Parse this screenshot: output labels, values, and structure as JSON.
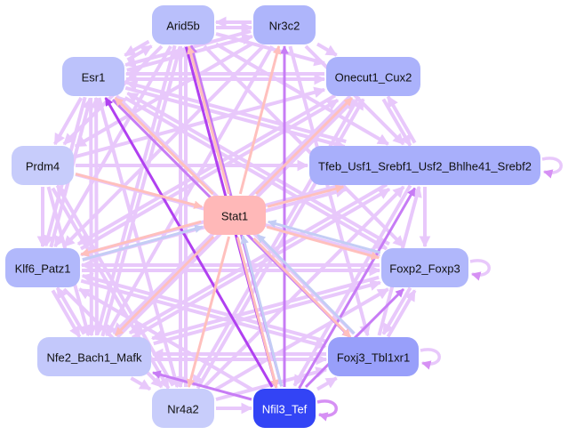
{
  "diagram": {
    "type": "directed-network",
    "colors": {
      "edge_default": "#e8c8fb",
      "edge_strong": "#c77cf5",
      "edge_dark": "#b040f0",
      "edge_stat1_out": "#ffc0bd",
      "edge_stat1_in": "#c4cdf5",
      "self_loop": "#d690f4"
    },
    "nodes": [
      {
        "id": "Arid5b",
        "label": "Arid5b",
        "fill": "#b9bffb",
        "text_color": "#111111"
      },
      {
        "id": "Nr3c2",
        "label": "Nr3c2",
        "fill": "#aeb5fb",
        "text_color": "#111111"
      },
      {
        "id": "Esr1",
        "label": "Esr1",
        "fill": "#bcc2fb",
        "text_color": "#111111"
      },
      {
        "id": "Onecut1_Cux2",
        "label": "Onecut1_Cux2",
        "fill": "#abb2fb",
        "text_color": "#111111"
      },
      {
        "id": "Prdm4",
        "label": "Prdm4",
        "fill": "#c7ccfb",
        "text_color": "#111111"
      },
      {
        "id": "Tfeb",
        "label": "Tfeb_Usf1_Srebf1_Usf2_Bhlhe41_Srebf2",
        "fill": "#a8affb",
        "text_color": "#111111"
      },
      {
        "id": "Stat1",
        "label": "Stat1",
        "fill": "#ffb8b8",
        "text_color": "#111111"
      },
      {
        "id": "Klf6_Patz1",
        "label": "Klf6_Patz1",
        "fill": "#b1b8fb",
        "text_color": "#111111"
      },
      {
        "id": "Foxp2_Foxp3",
        "label": "Foxp2_Foxp3",
        "fill": "#b0b7fb",
        "text_color": "#111111"
      },
      {
        "id": "Nfe2_Bach1_Mafk",
        "label": "Nfe2_Bach1_Mafk",
        "fill": "#c3c8fb",
        "text_color": "#111111"
      },
      {
        "id": "Foxj3_Tbl1xr1",
        "label": "Foxj3_Tbl1xr1",
        "fill": "#989ffa",
        "text_color": "#111111"
      },
      {
        "id": "Nr4a2",
        "label": "Nr4a2",
        "fill": "#c8cdfb",
        "text_color": "#111111"
      },
      {
        "id": "Nfil3_Tef",
        "label": "Nfil3_Tef",
        "fill": "#3344f5",
        "text_color": "#ffffff"
      }
    ],
    "self_loops": [
      "Tfeb",
      "Foxp2_Foxp3",
      "Foxj3_Tbl1xr1",
      "Nfil3_Tef"
    ],
    "edges": [
      {
        "from": "Arid5b",
        "to": "Nr3c2",
        "style": "default"
      },
      {
        "from": "Nr3c2",
        "to": "Arid5b",
        "style": "default"
      },
      {
        "from": "Arid5b",
        "to": "Esr1",
        "style": "default"
      },
      {
        "from": "Esr1",
        "to": "Arid5b",
        "style": "default"
      },
      {
        "from": "Nr3c2",
        "to": "Onecut1_Cux2",
        "style": "default"
      },
      {
        "from": "Esr1",
        "to": "Prdm4",
        "style": "default"
      },
      {
        "from": "Onecut1_Cux2",
        "to": "Tfeb",
        "style": "default"
      },
      {
        "from": "Tfeb",
        "to": "Onecut1_Cux2",
        "style": "default"
      },
      {
        "from": "Tfeb",
        "to": "Foxp2_Foxp3",
        "style": "default"
      },
      {
        "from": "Foxp2_Foxp3",
        "to": "Foxj3_Tbl1xr1",
        "style": "default"
      },
      {
        "from": "Foxj3_Tbl1xr1",
        "to": "Foxp2_Foxp3",
        "style": "default"
      },
      {
        "from": "Klf6_Patz1",
        "to": "Nfe2_Bach1_Mafk",
        "style": "default"
      },
      {
        "from": "Nfe2_Bach1_Mafk",
        "to": "Klf6_Patz1",
        "style": "default"
      },
      {
        "from": "Nfe2_Bach1_Mafk",
        "to": "Nr4a2",
        "style": "default"
      },
      {
        "from": "Nr4a2",
        "to": "Nfil3_Tef",
        "style": "default"
      },
      {
        "from": "Nfil3_Tef",
        "to": "Foxj3_Tbl1xr1",
        "style": "default"
      },
      {
        "from": "Prdm4",
        "to": "Klf6_Patz1",
        "style": "default"
      },
      {
        "from": "Esr1",
        "to": "Tfeb",
        "style": "default"
      },
      {
        "from": "Esr1",
        "to": "Onecut1_Cux2",
        "style": "default"
      },
      {
        "from": "Esr1",
        "to": "Nr3c2",
        "style": "default"
      },
      {
        "from": "Prdm4",
        "to": "Tfeb",
        "style": "default"
      },
      {
        "from": "Prdm4",
        "to": "Onecut1_Cux2",
        "style": "default"
      },
      {
        "from": "Prdm4",
        "to": "Foxp2_Foxp3",
        "style": "default"
      },
      {
        "from": "Prdm4",
        "to": "Nr4a2",
        "style": "default"
      },
      {
        "from": "Prdm4",
        "to": "Nfe2_Bach1_Mafk",
        "style": "default"
      },
      {
        "from": "Klf6_Patz1",
        "to": "Tfeb",
        "style": "default"
      },
      {
        "from": "Klf6_Patz1",
        "to": "Foxp2_Foxp3",
        "style": "default"
      },
      {
        "from": "Klf6_Patz1",
        "to": "Foxj3_Tbl1xr1",
        "style": "default"
      },
      {
        "from": "Klf6_Patz1",
        "to": "Nr4a2",
        "style": "default"
      },
      {
        "from": "Klf6_Patz1",
        "to": "Onecut1_Cux2",
        "style": "default"
      },
      {
        "from": "Klf6_Patz1",
        "to": "Esr1",
        "style": "default"
      },
      {
        "from": "Nfe2_Bach1_Mafk",
        "to": "Foxp2_Foxp3",
        "style": "default"
      },
      {
        "from": "Nfe2_Bach1_Mafk",
        "to": "Foxj3_Tbl1xr1",
        "style": "default"
      },
      {
        "from": "Nfe2_Bach1_Mafk",
        "to": "Tfeb",
        "style": "default"
      },
      {
        "from": "Nfe2_Bach1_Mafk",
        "to": "Onecut1_Cux2",
        "style": "default"
      },
      {
        "from": "Nfe2_Bach1_Mafk",
        "to": "Esr1",
        "style": "default"
      },
      {
        "from": "Nfe2_Bach1_Mafk",
        "to": "Arid5b",
        "style": "default"
      },
      {
        "from": "Nr4a2",
        "to": "Tfeb",
        "style": "default"
      },
      {
        "from": "Nr4a2",
        "to": "Foxp2_Foxp3",
        "style": "default"
      },
      {
        "from": "Nr4a2",
        "to": "Foxj3_Tbl1xr1",
        "style": "default"
      },
      {
        "from": "Nr4a2",
        "to": "Arid5b",
        "style": "default"
      },
      {
        "from": "Nr4a2",
        "to": "Prdm4",
        "style": "default"
      },
      {
        "from": "Nr4a2",
        "to": "Onecut1_Cux2",
        "style": "default"
      },
      {
        "from": "Arid5b",
        "to": "Nr4a2",
        "style": "default"
      },
      {
        "from": "Arid5b",
        "to": "Tfeb",
        "style": "default"
      },
      {
        "from": "Arid5b",
        "to": "Foxp2_Foxp3",
        "style": "default"
      },
      {
        "from": "Arid5b",
        "to": "Klf6_Patz1",
        "style": "default"
      },
      {
        "from": "Arid5b",
        "to": "Nfe2_Bach1_Mafk",
        "style": "default"
      },
      {
        "from": "Arid5b",
        "to": "Onecut1_Cux2",
        "style": "default"
      },
      {
        "from": "Arid5b",
        "to": "Prdm4",
        "style": "default"
      },
      {
        "from": "Nr3c2",
        "to": "Tfeb",
        "style": "default"
      },
      {
        "from": "Nr3c2",
        "to": "Esr1",
        "style": "default"
      },
      {
        "from": "Nr3c2",
        "to": "Prdm4",
        "style": "default"
      },
      {
        "from": "Nr3c2",
        "to": "Klf6_Patz1",
        "style": "default"
      },
      {
        "from": "Nr3c2",
        "to": "Nfe2_Bach1_Mafk",
        "style": "default"
      },
      {
        "from": "Nr3c2",
        "to": "Foxj3_Tbl1xr1",
        "style": "default"
      },
      {
        "from": "Onecut1_Cux2",
        "to": "Esr1",
        "style": "default"
      },
      {
        "from": "Onecut1_Cux2",
        "to": "Nr4a2",
        "style": "default"
      },
      {
        "from": "Onecut1_Cux2",
        "to": "Klf6_Patz1",
        "style": "default"
      },
      {
        "from": "Onecut1_Cux2",
        "to": "Nfe2_Bach1_Mafk",
        "style": "default"
      },
      {
        "from": "Tfeb",
        "to": "Esr1",
        "style": "default"
      },
      {
        "from": "Tfeb",
        "to": "Klf6_Patz1",
        "style": "default"
      },
      {
        "from": "Tfeb",
        "to": "Nfe2_Bach1_Mafk",
        "style": "default"
      },
      {
        "from": "Tfeb",
        "to": "Nfil3_Tef",
        "style": "default"
      },
      {
        "from": "Foxp2_Foxp3",
        "to": "Klf6_Patz1",
        "style": "default"
      },
      {
        "from": "Foxp2_Foxp3",
        "to": "Esr1",
        "style": "default"
      },
      {
        "from": "Foxp2_Foxp3",
        "to": "Nfe2_Bach1_Mafk",
        "style": "default"
      },
      {
        "from": "Foxj3_Tbl1xr1",
        "to": "Klf6_Patz1",
        "style": "default"
      },
      {
        "from": "Foxj3_Tbl1xr1",
        "to": "Esr1",
        "style": "default"
      },
      {
        "from": "Foxj3_Tbl1xr1",
        "to": "Tfeb",
        "style": "default"
      },
      {
        "from": "Foxj3_Tbl1xr1",
        "to": "Nfe2_Bach1_Mafk",
        "style": "default"
      },
      {
        "from": "Esr1",
        "to": "Nr4a2",
        "style": "default"
      },
      {
        "from": "Esr1",
        "to": "Klf6_Patz1",
        "style": "default"
      },
      {
        "from": "Esr1",
        "to": "Nfe2_Bach1_Mafk",
        "style": "default"
      },
      {
        "from": "Esr1",
        "to": "Foxp2_Foxp3",
        "style": "default"
      },
      {
        "from": "Nfil3_Tef",
        "to": "Esr1",
        "style": "dark"
      },
      {
        "from": "Nfil3_Tef",
        "to": "Arid5b",
        "style": "strong"
      },
      {
        "from": "Nfil3_Tef",
        "to": "Nr3c2",
        "style": "strong"
      },
      {
        "from": "Nfil3_Tef",
        "to": "Tfeb",
        "style": "strong"
      },
      {
        "from": "Nfil3_Tef",
        "to": "Foxp2_Foxp3",
        "style": "strong"
      },
      {
        "from": "Nfil3_Tef",
        "to": "Klf6_Patz1",
        "style": "default"
      },
      {
        "from": "Nfil3_Tef",
        "to": "Nfe2_Bach1_Mafk",
        "style": "strong"
      },
      {
        "from": "Arid5b",
        "to": "Nfil3_Tef",
        "style": "dark"
      },
      {
        "from": "Esr1",
        "to": "Foxj3_Tbl1xr1",
        "style": "strong"
      },
      {
        "from": "Stat1",
        "to": "Esr1",
        "style": "stat1_out"
      },
      {
        "from": "Stat1",
        "to": "Arid5b",
        "style": "stat1_out"
      },
      {
        "from": "Stat1",
        "to": "Nr3c2",
        "style": "stat1_out"
      },
      {
        "from": "Stat1",
        "to": "Onecut1_Cux2",
        "style": "stat1_out"
      },
      {
        "from": "Stat1",
        "to": "Tfeb",
        "style": "stat1_out"
      },
      {
        "from": "Stat1",
        "to": "Klf6_Patz1",
        "style": "stat1_out"
      },
      {
        "from": "Stat1",
        "to": "Nfe2_Bach1_Mafk",
        "style": "stat1_out"
      },
      {
        "from": "Stat1",
        "to": "Nr4a2",
        "style": "stat1_out"
      },
      {
        "from": "Stat1",
        "to": "Nfil3_Tef",
        "style": "stat1_out"
      },
      {
        "from": "Stat1",
        "to": "Foxj3_Tbl1xr1",
        "style": "stat1_out"
      },
      {
        "from": "Prdm4",
        "to": "Stat1",
        "style": "stat1_out"
      },
      {
        "from": "Stat1",
        "to": "Foxp2_Foxp3",
        "style": "stat1_out"
      },
      {
        "from": "Klf6_Patz1",
        "to": "Stat1",
        "style": "stat1_in"
      },
      {
        "from": "Foxp2_Foxp3",
        "to": "Stat1",
        "style": "stat1_in"
      },
      {
        "from": "Nfil3_Tef",
        "to": "Stat1",
        "style": "stat1_in"
      },
      {
        "from": "Foxj3_Tbl1xr1",
        "to": "Stat1",
        "style": "stat1_in"
      }
    ]
  }
}
